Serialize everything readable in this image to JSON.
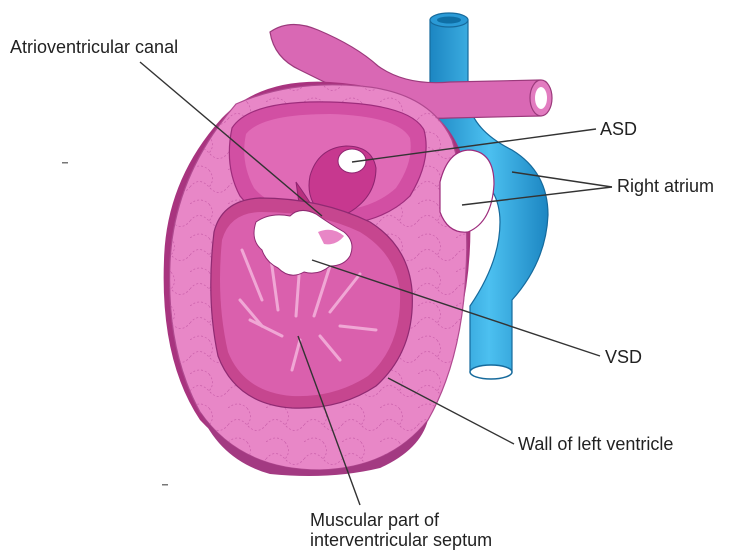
{
  "labels": {
    "atrioventricular_canal": "Atrioventricular canal",
    "asd": "ASD",
    "right_atrium": "Right atrium",
    "vsd": "VSD",
    "wall_left_ventricle": "Wall of left ventricle",
    "muscular_part_line1": "Muscular part of",
    "muscular_part_line2": "interventricular septum"
  },
  "colors": {
    "heart_pink": "#e47ac3",
    "heart_dark": "#a93a86",
    "cavity": "#d94da7",
    "vessel_blue": "#2ea4dc",
    "vessel_dark": "#1b7fb5",
    "leader_line": "#333333"
  }
}
